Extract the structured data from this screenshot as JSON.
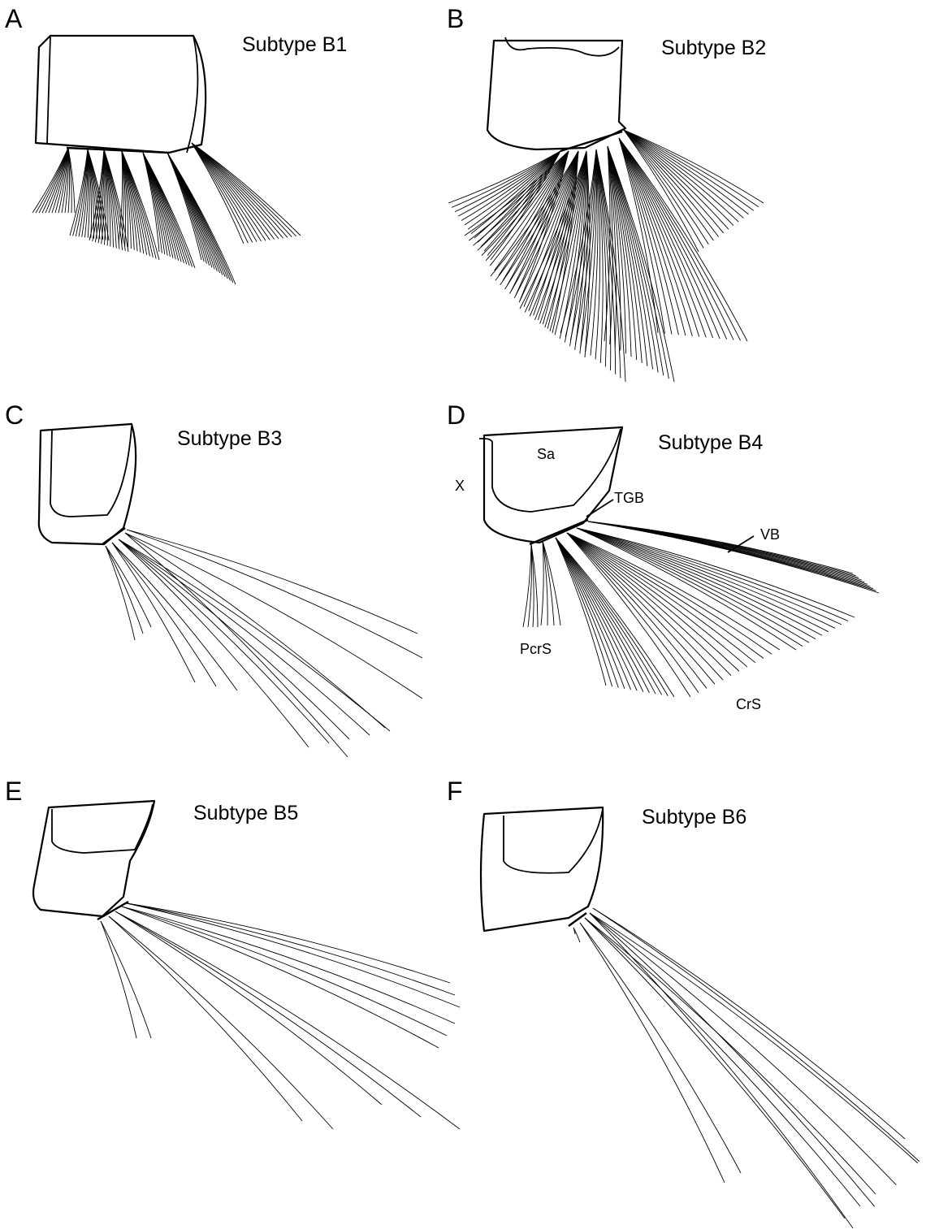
{
  "panels": [
    {
      "letter": "A",
      "title": "Subtype B1"
    },
    {
      "letter": "B",
      "title": "Subtype B2"
    },
    {
      "letter": "C",
      "title": "Subtype B3"
    },
    {
      "letter": "D",
      "title": "Subtype B4"
    },
    {
      "letter": "E",
      "title": "Subtype B5"
    },
    {
      "letter": "F",
      "title": "Subtype B6"
    }
  ],
  "annotations": {
    "sa": "Sa",
    "x": "X",
    "tgb": "TGB",
    "vb": "VB",
    "pcrs": "PcrS",
    "crs": "CrS"
  }
}
